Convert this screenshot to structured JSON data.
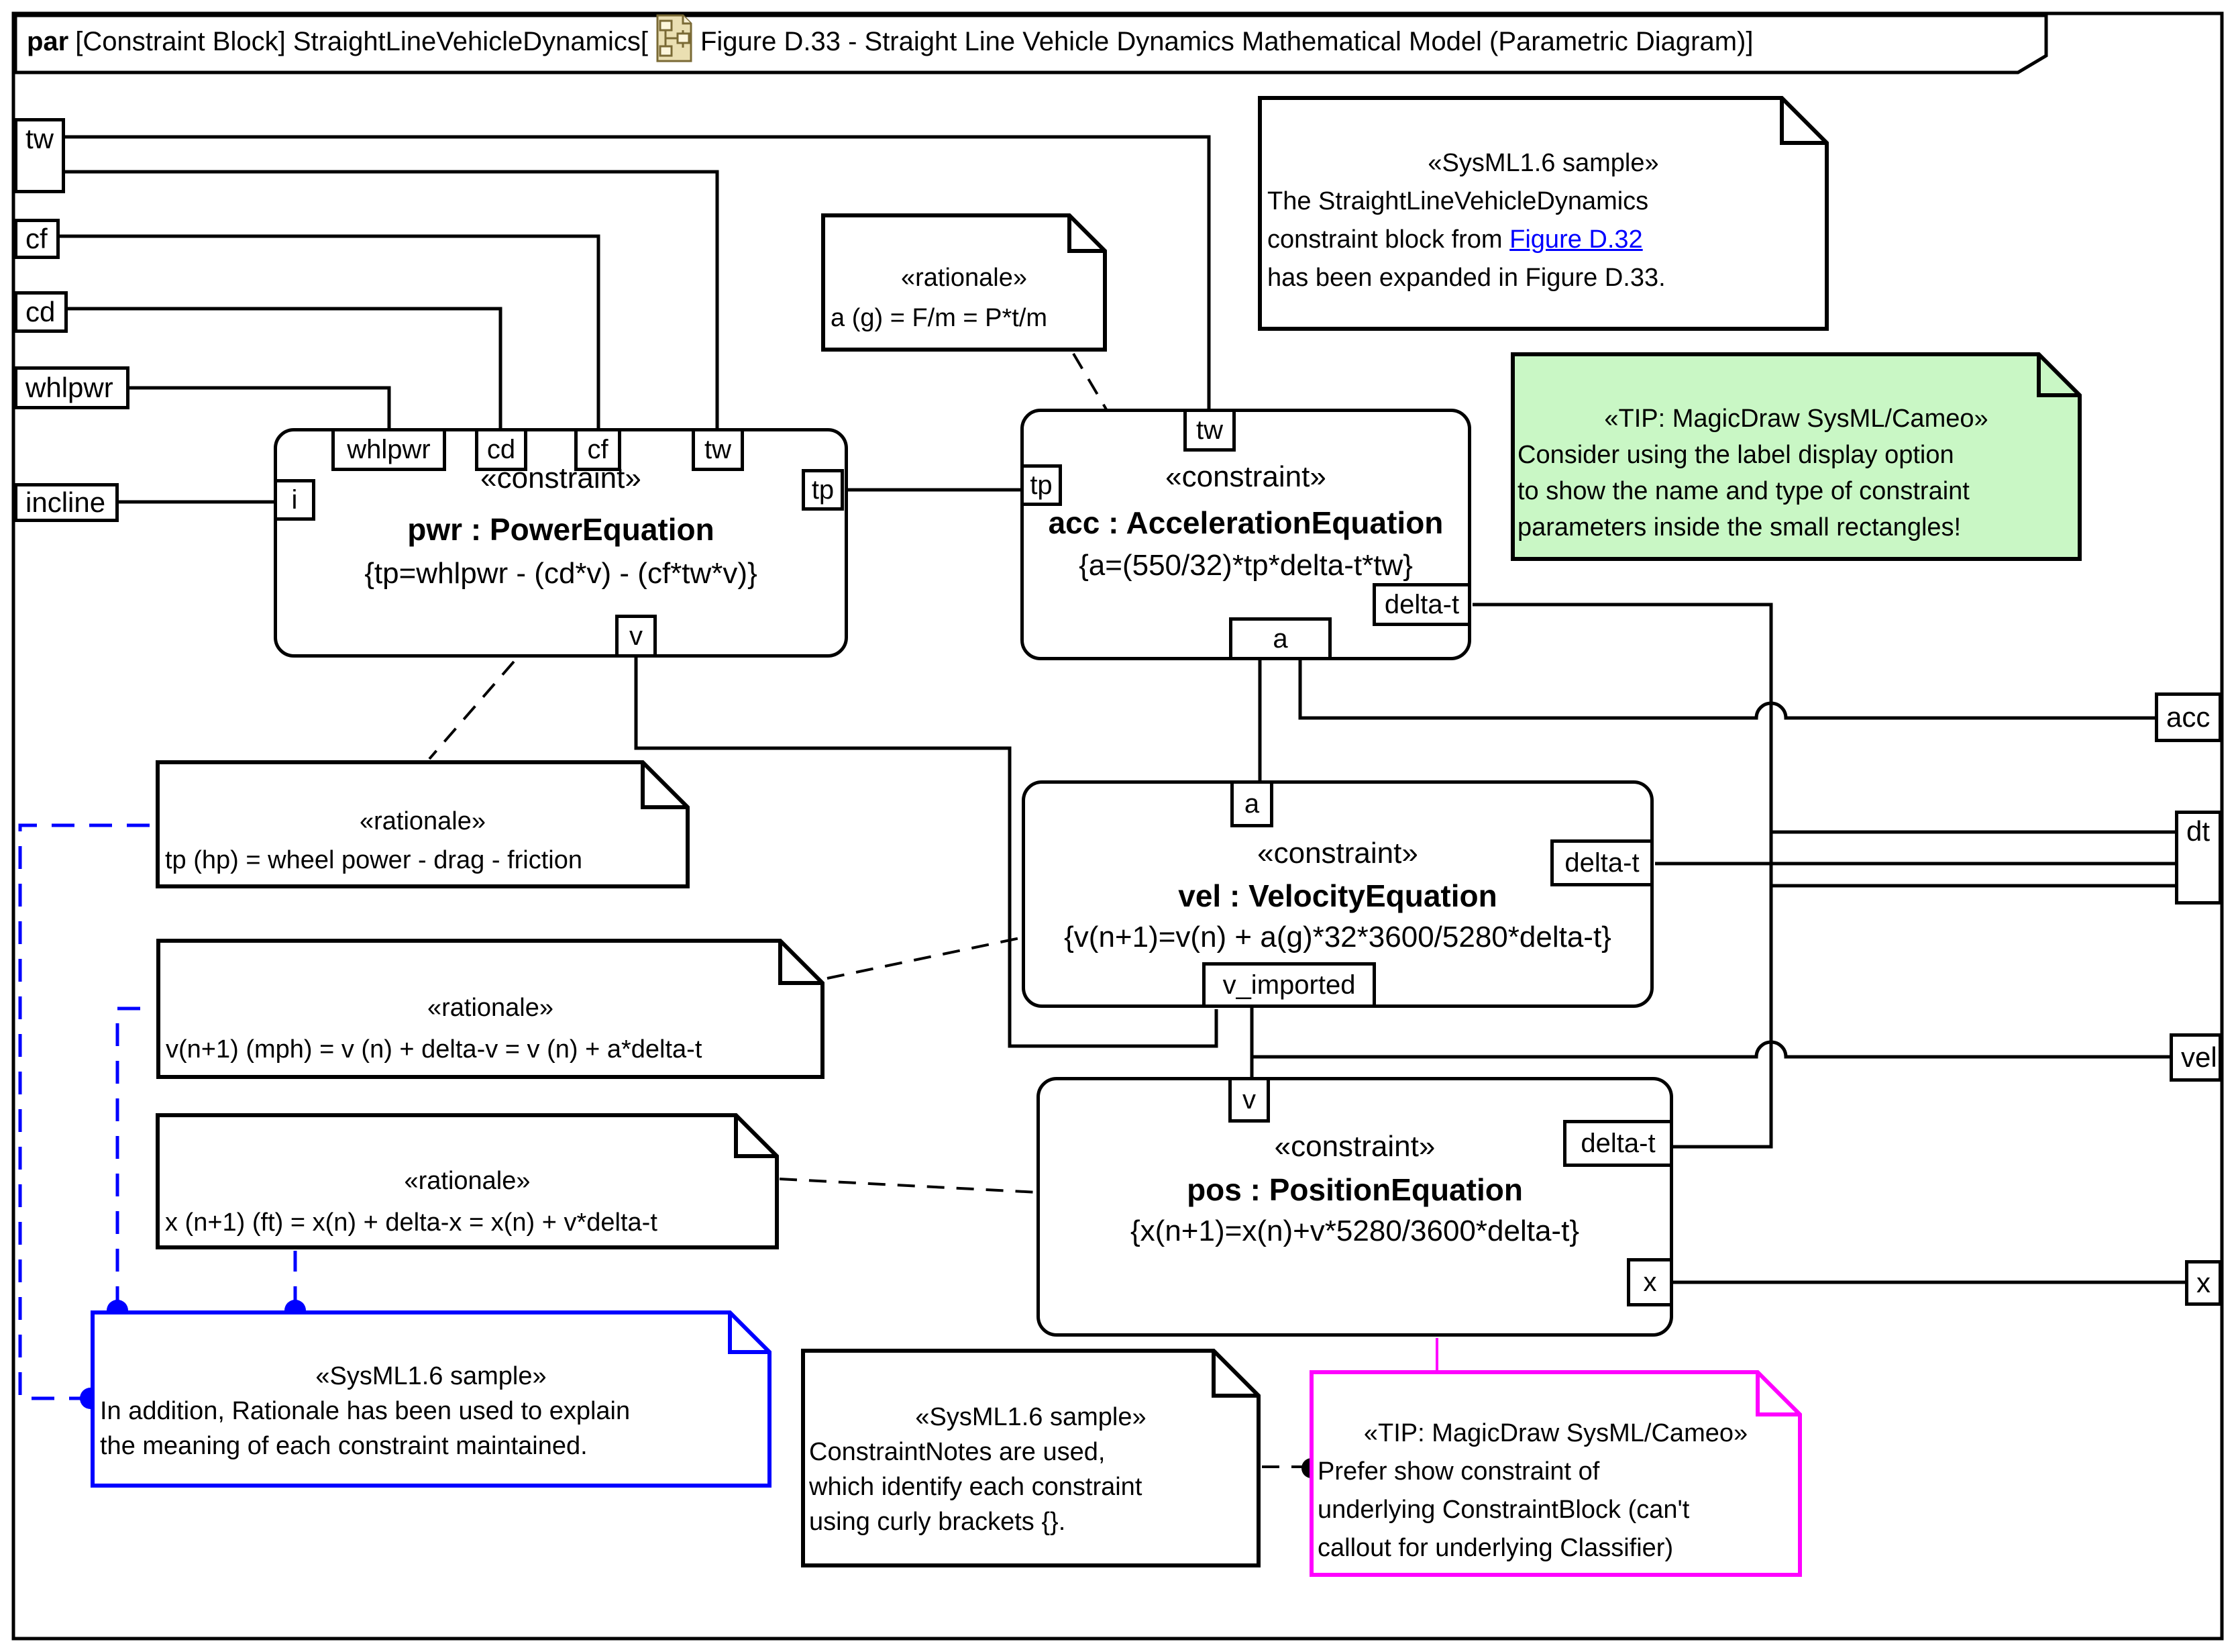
{
  "frame": {
    "keyword": "par",
    "title_pre": "[Constraint Block] StraightLineVehicleDynamics[",
    "title_post": "Figure D.33 - Straight Line Vehicle Dynamics Mathematical Model (Parametric Diagram)]"
  },
  "left_params": {
    "tw": "tw",
    "cf": "cf",
    "cd": "cd",
    "whlpwr": "whlpwr",
    "incline": "incline"
  },
  "right_params": {
    "acc": "acc",
    "dt": "dt",
    "vel": "vel",
    "x": "x"
  },
  "blocks": {
    "pwr": {
      "stereotype": "«constraint»",
      "name": "pwr : PowerEquation",
      "constraint": "{tp=whlpwr - (cd*v) - (cf*tw*v)}",
      "pins": {
        "whlpwr": "whlpwr",
        "cd": "cd",
        "cf": "cf",
        "tw": "tw",
        "i": "i",
        "tp": "tp",
        "v": "v"
      }
    },
    "acc": {
      "stereotype": "«constraint»",
      "name": "acc : AccelerationEquation",
      "constraint": "{a=(550/32)*tp*delta-t*tw}",
      "pins": {
        "tw": "tw",
        "tp": "tp",
        "delta_t": "delta-t",
        "a": "a"
      }
    },
    "vel": {
      "stereotype": "«constraint»",
      "name": "vel : VelocityEquation",
      "constraint": "{v(n+1)=v(n) + a(g)*32*3600/5280*delta-t}",
      "pins": {
        "a": "a",
        "delta_t": "delta-t",
        "v_imported": "v_imported"
      }
    },
    "pos": {
      "stereotype": "«constraint»",
      "name": "pos : PositionEquation",
      "constraint": "{x(n+1)=x(n)+v*5280/3600*delta-t}",
      "pins": {
        "v": "v",
        "delta_t": "delta-t",
        "x": "x"
      }
    }
  },
  "notes": {
    "rationale_acc": {
      "stereotype": "«rationale»",
      "body": "a (g) = F/m = P*t/m"
    },
    "sample_top": {
      "stereotype": "«SysML1.6 sample»",
      "line1": "The StraightLineVehicleDynamics",
      "line2_pre": "constraint block from ",
      "link": "Figure D.32",
      "line3": "has been expanded in Figure D.33."
    },
    "tip_green": {
      "stereotype": "«TIP: MagicDraw SysML/Cameo»",
      "line1": "Consider using the label display option",
      "line2": "to show the name and type of constraint",
      "line3": "parameters inside the small rectangles!"
    },
    "rationale_tp": {
      "stereotype": "«rationale»",
      "body": "tp (hp) = wheel power - drag - friction"
    },
    "rationale_v": {
      "stereotype": "«rationale»",
      "body": "v(n+1) (mph) = v (n) + delta-v = v (n) + a*delta-t"
    },
    "rationale_x": {
      "stereotype": "«rationale»",
      "body": "x (n+1) (ft) = x(n) + delta-x = x(n) + v*delta-t"
    },
    "sample_blue": {
      "stereotype": "«SysML1.6 sample»",
      "line1": "In addition, Rationale has been used to explain",
      "line2": "the meaning of each constraint maintained."
    },
    "sample_bottom": {
      "stereotype": "«SysML1.6 sample»",
      "line1": "ConstraintNotes are used,",
      "line2": "which identify each constraint",
      "line3": "using curly brackets {}."
    },
    "tip_magenta": {
      "stereotype": "«TIP: MagicDraw SysML/Cameo»",
      "line1": "Prefer show constraint of",
      "line2": "underlying ConstraintBlock (can't",
      "line3": "callout for underlying Classifier)"
    }
  },
  "colors": {
    "line": "#000000",
    "note_green_fill": "#c9f7c5",
    "blue": "#0000ff",
    "magenta": "#ff00ff",
    "link": "#0000ff",
    "white": "#ffffff"
  }
}
